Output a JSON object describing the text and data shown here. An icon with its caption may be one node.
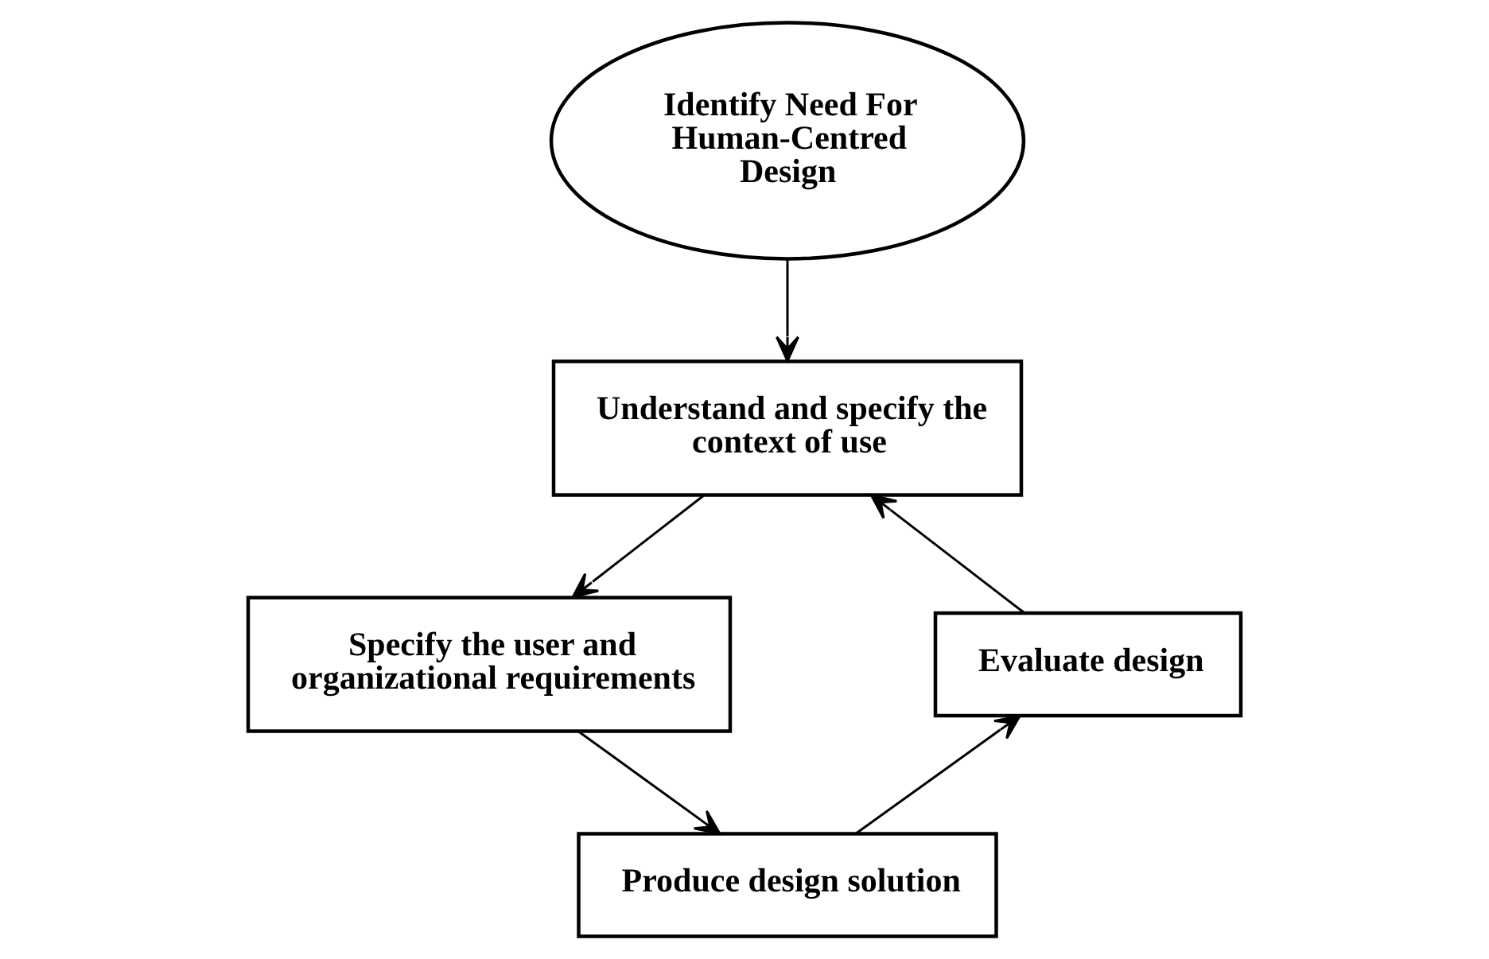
{
  "diagram": {
    "nodes": [
      {
        "text": [
          "Identify Need For Human-Centred Design"
        ]
      },
      {
        "text": [
          "Understand and specify the context of use"
        ]
      },
      {
        "text": [
          "Specify the user and organizational requirements"
        ]
      },
      {
        "text": [
          "Produce design solution"
        ]
      },
      {
        "text": [
          "Evaluate design"
        ]
      }
    ],
    "edges": [
      {
        "from": 0,
        "to": 1,
        "arrow": "to"
      },
      {
        "from": 1,
        "to": 2,
        "arrow": "to"
      },
      {
        "from": 2,
        "to": 3,
        "arrow": "to"
      },
      {
        "from": 3,
        "to": 4,
        "arrow": "to"
      },
      {
        "from": 4,
        "to": 1,
        "arrow": "to"
      }
    ]
  }
}
